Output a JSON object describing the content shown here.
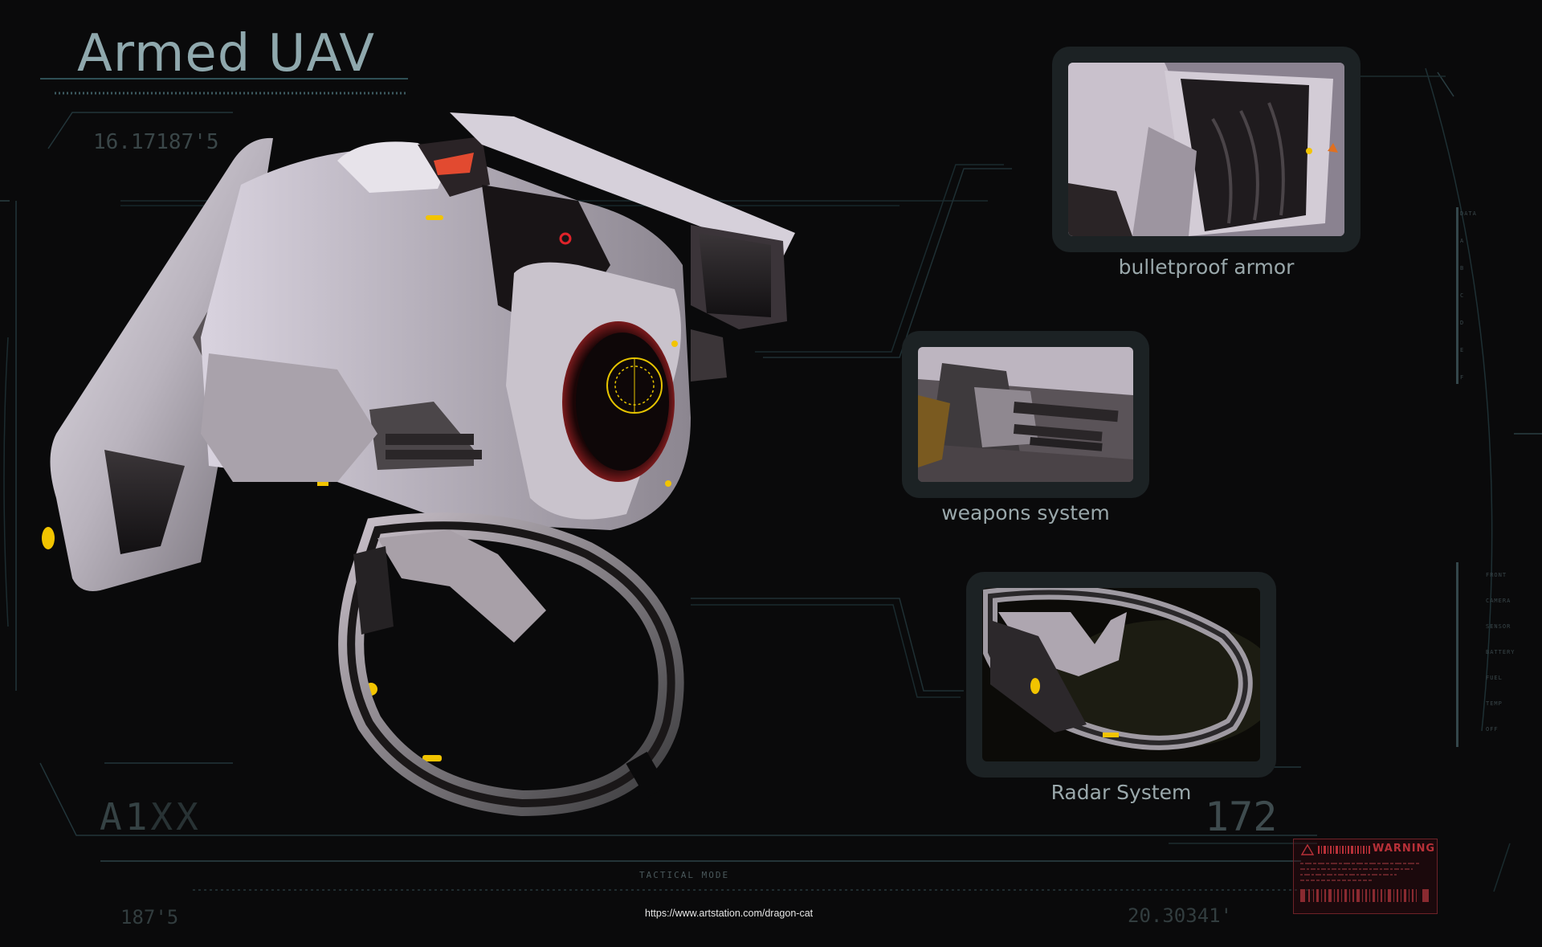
{
  "title": "Armed UAV",
  "hud": {
    "coord_top_left": "16.17187'5",
    "code_bottom_left": "A1",
    "code_bottom_left_dim": "XX",
    "number_bottom_right": "172",
    "coord_bottom_left": "187'5",
    "coord_bottom_right": "20.30341'",
    "tactical_mode": "TACTICAL MODE",
    "right_column_labels": [
      "DATA",
      "A",
      "B",
      "C",
      "D",
      "E",
      "F"
    ],
    "right_column_labels_2": [
      "FRONT",
      "CAMERA",
      "SENSOR",
      "BATTERY",
      "FUEL",
      "TEMP",
      "OFF"
    ]
  },
  "panels": [
    {
      "caption": "bulletproof armor"
    },
    {
      "caption": "weapons system"
    },
    {
      "caption": "Radar System"
    }
  ],
  "warning": {
    "label": "WARNING"
  },
  "credit_url": "https://www.artstation.com/dragon-cat",
  "colors": {
    "background": "#0a0a0b",
    "hud_lines": "#25383c",
    "title": "#8fa8ad",
    "panel_frame": "#1c2224",
    "warning_red": "#b83038",
    "accent_yellow": "#f2c400"
  }
}
